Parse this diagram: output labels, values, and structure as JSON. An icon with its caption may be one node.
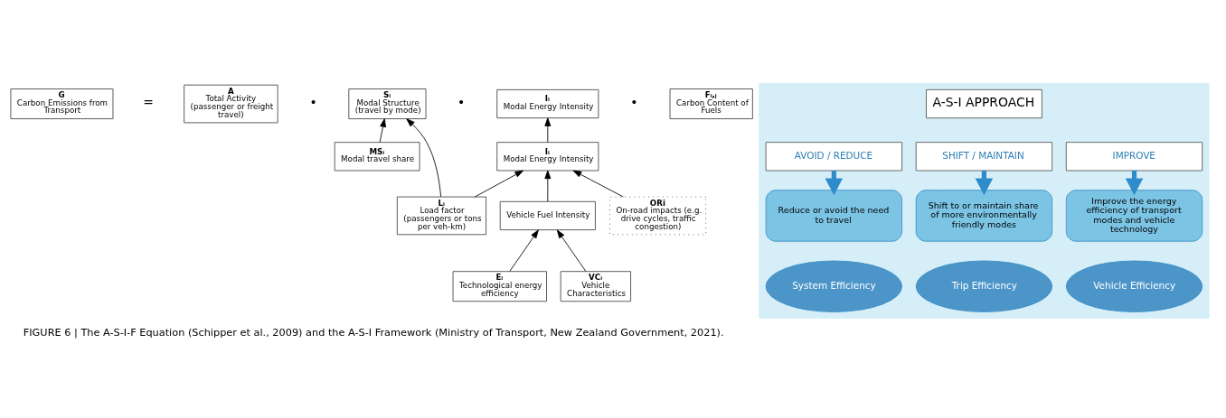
{
  "diagram": {
    "caption": "FIGURE 6 | The A-S-I-F Equation (Schipper et al., 2009) and the A-S-I Framework (Ministry of Transport, New Zealand Government, 2021).",
    "nodes": [
      {
        "text": [
          "G",
          "Carbon Emissions from Transport"
        ]
      },
      {
        "text": [
          "A",
          "Total Activity (passenger or freight travel)"
        ]
      },
      {
        "text": [
          "Sᵢ",
          "Modal Structure (travel by mode)"
        ]
      },
      {
        "text": [
          "Iᵢ",
          "Modal Energy Intensity"
        ]
      },
      {
        "text": [
          "Fᵢ,ⱼ",
          "Carbon Content of Fuels"
        ]
      },
      {
        "text": [
          "MSᵢ",
          "Modal travel share"
        ]
      },
      {
        "text": [
          "Lᵢ",
          "Load factor (passengers or tons per veh-km)"
        ]
      },
      {
        "text": [
          "Iᵢ",
          "Modal Energy Intensity"
        ]
      },
      {
        "text": [
          "Eᵢ",
          "Technological energy efficiency"
        ]
      },
      {
        "text": [
          "Vehicle Fuel Intensity"
        ]
      },
      {
        "text": [
          "VCᵢ",
          "Vehicle Characteristics"
        ]
      },
      {
        "text": [
          "ORi",
          "On-road impacts (e.g. drive cycles, traffic congestion)"
        ]
      },
      {
        "text": [],
        "shape": "box"
      },
      {
        "text": [
          "A-S-I APPROACH"
        ],
        "in": 12
      },
      {
        "text": [
          "AVOID / REDUCE"
        ],
        "in": 12
      },
      {
        "text": [
          "SHIFT / MAINTAIN"
        ],
        "in": 12
      },
      {
        "text": [
          "IMPROVE"
        ],
        "in": 12
      },
      {
        "text": [
          "Reduce or avoid the need to travel"
        ],
        "in": 12
      },
      {
        "text": [
          "Shift to or maintain share of more environmentally friendly modes"
        ],
        "in": 12
      },
      {
        "text": [
          "Improve the energy efficiency of transport modes and vehicle technology"
        ],
        "in": 12
      },
      {
        "text": [
          "System Efficiency"
        ],
        "in": 12
      },
      {
        "text": [
          "Trip Efficiency"
        ],
        "in": 12
      },
      {
        "text": [
          "Vehicle Efficiency"
        ],
        "in": 12
      }
    ],
    "edges": [
      {
        "from": 5,
        "to": 2,
        "arrow": "to"
      },
      {
        "from": 6,
        "to": 2,
        "arrow": "to"
      },
      {
        "from": 7,
        "to": 3,
        "arrow": "to"
      },
      {
        "from": 6,
        "to": 7,
        "arrow": "to"
      },
      {
        "from": 8,
        "to": 9,
        "arrow": "to"
      },
      {
        "from": 10,
        "to": 9,
        "arrow": "to"
      },
      {
        "from": 9,
        "to": 7,
        "arrow": "to"
      },
      {
        "from": 11,
        "to": 7,
        "arrow": "to"
      },
      {
        "from": 14,
        "to": 17,
        "arrow": "to",
        "style": "thick",
        "color": "#2f8ccb"
      },
      {
        "from": 15,
        "to": 18,
        "arrow": "to",
        "style": "thick",
        "color": "#2f8ccb"
      },
      {
        "from": 16,
        "to": 19,
        "arrow": "to",
        "style": "thick",
        "color": "#2f8ccb"
      }
    ],
    "labels": [
      "=",
      "•",
      "•",
      "•"
    ]
  }
}
